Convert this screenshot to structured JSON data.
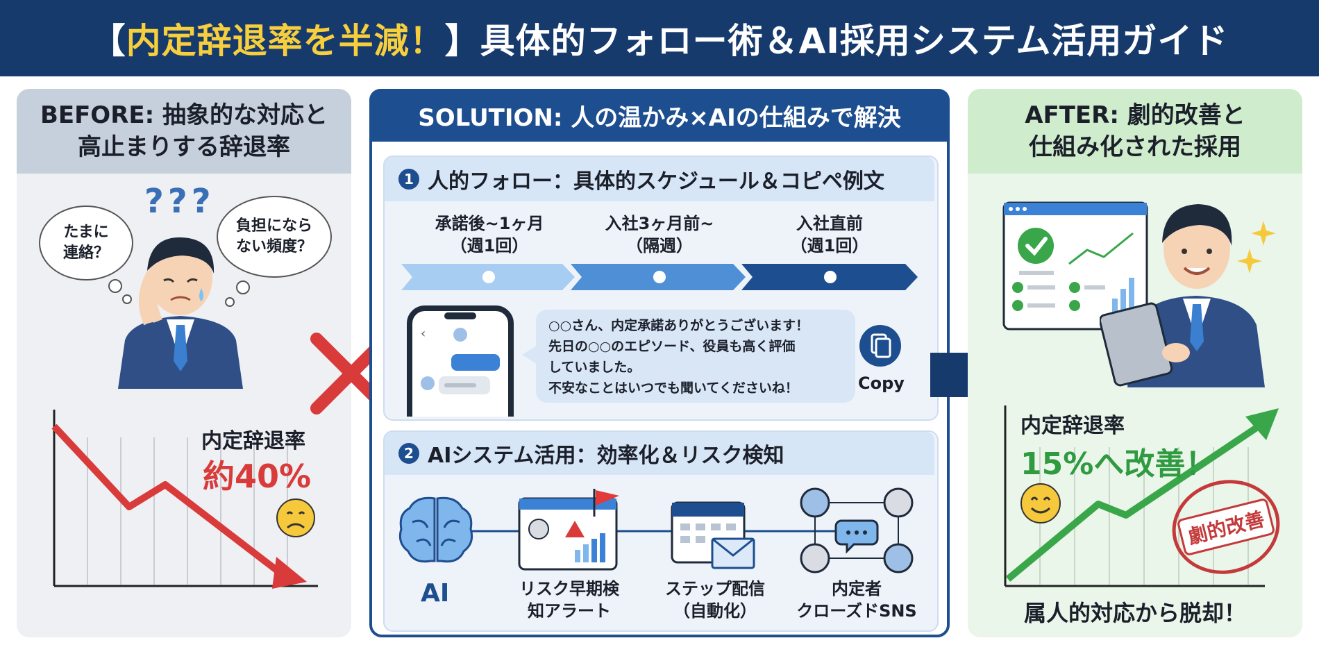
{
  "header": {
    "title_bracket_open": "【",
    "title_highlight": "内定辞退率を半減！",
    "title_bracket_close": "】",
    "title_rest": "具体的フォロー術＆AI採用システム活用ガイド"
  },
  "before": {
    "heading": "BEFORE: 抽象的な対応と\n高止まりする辞退率",
    "thought_left": "たまに\n連絡？",
    "thought_right": "負担になら\nない頻度？",
    "question_marks": "???",
    "rate_label": "内定辞退率",
    "rate_value": "約40%"
  },
  "solution": {
    "heading": "SOLUTION: 人の温かみ×AIの仕組みで解決",
    "section1": {
      "number": "1",
      "title": "人的フォロー：具体的スケジュール＆コピペ例文",
      "stages": [
        {
          "label": "承諾後~1ヶ月\n（週1回）"
        },
        {
          "label": "入社3ヶ月前~\n（隔週）"
        },
        {
          "label": "入社直前\n（週1回）"
        }
      ],
      "message": "○○さん、内定承諾ありがとうございます！\n先日の○○のエピソード、役員も高く評価\nしていました。\n不安なことはいつでも聞いてくださいね！",
      "copy_label": "Copy"
    },
    "section2": {
      "number": "2",
      "title": "AIシステム活用：効率化＆リスク検知",
      "ai_label": "AI",
      "features": [
        {
          "label": "リスク早期検\n知アラート",
          "icon": "alert-dashboard-icon"
        },
        {
          "label": "ステップ配信\n（自動化）",
          "icon": "calendar-mail-icon"
        },
        {
          "label": "内定者\nクローズドSNS",
          "icon": "community-icon"
        }
      ]
    }
  },
  "after": {
    "heading": "AFTER: 劇的改善と\n仕組み化された採用",
    "rate_label": "内定辞退率",
    "rate_value": "15%へ改善！",
    "stamp": "劇的改善",
    "footer": "属人的対応から脱却！"
  },
  "colors": {
    "navy": "#173a6d",
    "accent_yellow": "#f7cf3d",
    "red": "#d93a3a",
    "green": "#3aa64a",
    "blue": "#1d4e8f"
  }
}
